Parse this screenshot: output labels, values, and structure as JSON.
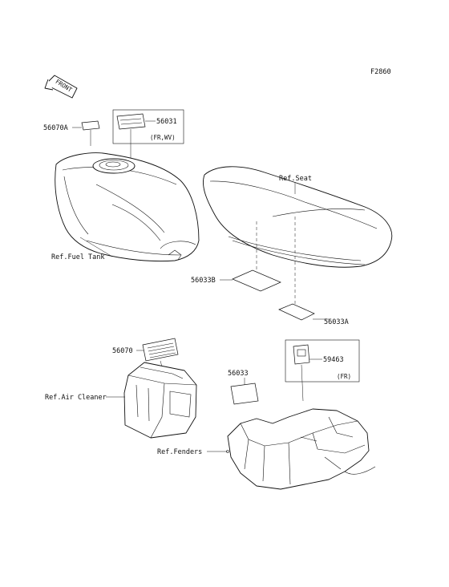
{
  "figure_code": "F2860",
  "front_arrow": "FRONT",
  "labels": {
    "p56070A": "56070A",
    "p56031": "56031",
    "p56031_note": "(FR,WV)",
    "ref_fuel_tank": "Ref.Fuel Tank",
    "ref_seat": "Ref.Seat",
    "p56033B": "56033B",
    "p56033A": "56033A",
    "p56070": "56070",
    "p59463": "59463",
    "p59463_note": "(FR)",
    "ref_air_cleaner": "Ref.Air Cleaner",
    "p56033": "56033",
    "ref_fenders": "Ref.Fenders"
  }
}
